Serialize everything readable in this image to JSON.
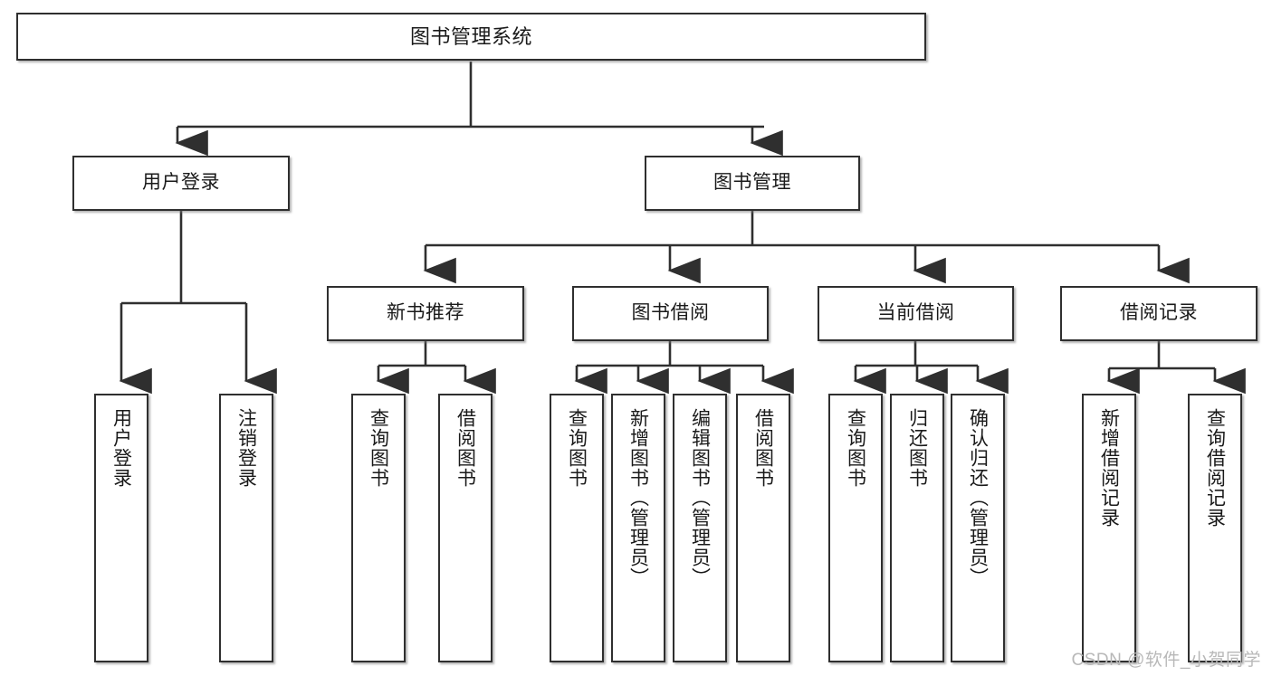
{
  "diagram": {
    "type": "tree",
    "title": "图书管理系统",
    "root": {
      "label": "图书管理系统"
    },
    "level1": [
      {
        "label": "用户登录"
      },
      {
        "label": "图书管理"
      }
    ],
    "level2": [
      {
        "label": "新书推荐",
        "parent": "图书管理"
      },
      {
        "label": "图书借阅",
        "parent": "图书管理"
      },
      {
        "label": "当前借阅",
        "parent": "图书管理"
      },
      {
        "label": "借阅记录",
        "parent": "图书管理"
      }
    ],
    "leaves": [
      {
        "label": "用户登录",
        "parent": "用户登录"
      },
      {
        "label": "注销登录",
        "parent": "用户登录"
      },
      {
        "label": "查询图书",
        "parent": "新书推荐"
      },
      {
        "label": "借阅图书",
        "parent": "新书推荐"
      },
      {
        "label": "查询图书",
        "parent": "图书借阅"
      },
      {
        "label": "新增图书（管理员）",
        "parent": "图书借阅"
      },
      {
        "label": "编辑图书（管理员）",
        "parent": "图书借阅"
      },
      {
        "label": "借阅图书",
        "parent": "图书借阅"
      },
      {
        "label": "查询图书",
        "parent": "当前借阅"
      },
      {
        "label": "归还图书",
        "parent": "当前借阅"
      },
      {
        "label": "确认归还（管理员）",
        "parent": "当前借阅"
      },
      {
        "label": "新增借阅记录",
        "parent": "借阅记录"
      },
      {
        "label": "查询借阅记录",
        "parent": "借阅记录"
      }
    ]
  },
  "watermark": {
    "text": "CSDN @软件_小贺同学"
  },
  "colors": {
    "border": "#2f2f2f",
    "fill": "#ffffff",
    "text": "#1a1a1a",
    "watermark": "#b8b8b8",
    "background": "#ffffff"
  }
}
